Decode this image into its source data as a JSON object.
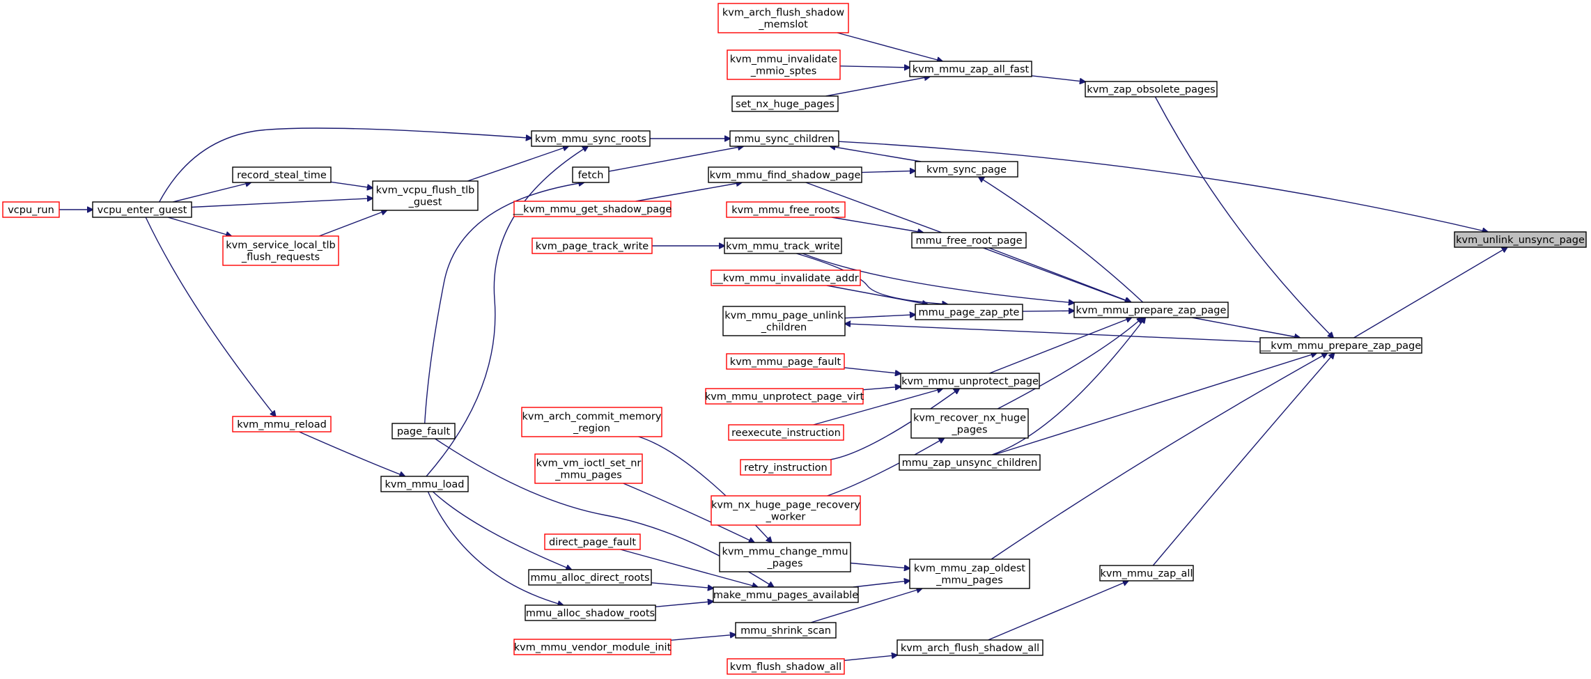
{
  "colors": {
    "edge": "#191970",
    "truncated_border": "#ff0000",
    "normal_border": "#000000",
    "focus_fill": "#bfbfbf",
    "node_fill": "#ffffff"
  },
  "nodes": {
    "kvm_unlink_unsync_page": {
      "lines": [
        "kvm_unlink_unsync_page"
      ],
      "style": "focus"
    },
    "kvm_arch_flush_shadow_memslot": {
      "lines": [
        "kvm_arch_flush_shadow",
        "_memslot"
      ],
      "style": "truncated"
    },
    "kvm_mmu_zap_all_fast": {
      "lines": [
        "kvm_mmu_zap_all_fast"
      ],
      "style": "normal"
    },
    "kvm_mmu_invalidate_mmio_sptes": {
      "lines": [
        "kvm_mmu_invalidate",
        "_mmio_sptes"
      ],
      "style": "truncated"
    },
    "set_nx_huge_pages": {
      "lines": [
        "set_nx_huge_pages"
      ],
      "style": "normal"
    },
    "kvm_zap_obsolete_pages": {
      "lines": [
        "kvm_zap_obsolete_pages"
      ],
      "style": "normal"
    },
    "kvm_mmu_sync_roots": {
      "lines": [
        "kvm_mmu_sync_roots"
      ],
      "style": "normal"
    },
    "mmu_sync_children": {
      "lines": [
        "mmu_sync_children"
      ],
      "style": "normal"
    },
    "fetch": {
      "lines": [
        "fetch"
      ],
      "style": "normal"
    },
    "kvm_mmu_find_shadow_page": {
      "lines": [
        "kvm_mmu_find_shadow_page"
      ],
      "style": "normal"
    },
    "kvm_sync_page": {
      "lines": [
        "kvm_sync_page"
      ],
      "style": "normal"
    },
    "record_steal_time": {
      "lines": [
        "record_steal_time"
      ],
      "style": "normal"
    },
    "kvm_vcpu_flush_tlb_guest": {
      "lines": [
        "kvm_vcpu_flush_tlb",
        "_guest"
      ],
      "style": "normal"
    },
    "vcpu_run": {
      "lines": [
        "vcpu_run"
      ],
      "style": "truncated"
    },
    "vcpu_enter_guest": {
      "lines": [
        "vcpu_enter_guest"
      ],
      "style": "normal"
    },
    "kvm_service_local_tlb_flush_requests": {
      "lines": [
        "kvm_service_local_tlb",
        "_flush_requests"
      ],
      "style": "truncated"
    },
    "__kvm_mmu_get_shadow_page": {
      "lines": [
        "__kvm_mmu_get_shadow_page"
      ],
      "style": "truncated"
    },
    "kvm_mmu_free_roots": {
      "lines": [
        "kvm_mmu_free_roots"
      ],
      "style": "truncated"
    },
    "mmu_free_root_page": {
      "lines": [
        "mmu_free_root_page"
      ],
      "style": "normal"
    },
    "kvm_page_track_write": {
      "lines": [
        "kvm_page_track_write"
      ],
      "style": "truncated"
    },
    "kvm_mmu_track_write": {
      "lines": [
        "kvm_mmu_track_write"
      ],
      "style": "normal"
    },
    "__kvm_mmu_invalidate_addr": {
      "lines": [
        "__kvm_mmu_invalidate_addr"
      ],
      "style": "truncated"
    },
    "kvm_mmu_page_unlink_children": {
      "lines": [
        "kvm_mmu_page_unlink",
        "_children"
      ],
      "style": "normal"
    },
    "mmu_page_zap_pte": {
      "lines": [
        "mmu_page_zap_pte"
      ],
      "style": "normal"
    },
    "kvm_mmu_prepare_zap_page": {
      "lines": [
        "kvm_mmu_prepare_zap_page"
      ],
      "style": "normal"
    },
    "__kvm_mmu_prepare_zap_page": {
      "lines": [
        "__kvm_mmu_prepare_zap_page"
      ],
      "style": "normal"
    },
    "kvm_mmu_page_fault": {
      "lines": [
        "kvm_mmu_page_fault"
      ],
      "style": "truncated"
    },
    "kvm_mmu_unprotect_page": {
      "lines": [
        "kvm_mmu_unprotect_page"
      ],
      "style": "normal"
    },
    "kvm_mmu_unprotect_page_virt": {
      "lines": [
        "kvm_mmu_unprotect_page_virt"
      ],
      "style": "truncated"
    },
    "reexecute_instruction": {
      "lines": [
        "reexecute_instruction"
      ],
      "style": "truncated"
    },
    "kvm_recover_nx_huge_pages": {
      "lines": [
        "kvm_recover_nx_huge",
        "_pages"
      ],
      "style": "normal"
    },
    "retry_instruction": {
      "lines": [
        "retry_instruction"
      ],
      "style": "truncated"
    },
    "mmu_zap_unsync_children": {
      "lines": [
        "mmu_zap_unsync_children"
      ],
      "style": "normal"
    },
    "kvm_mmu_reload": {
      "lines": [
        "kvm_mmu_reload"
      ],
      "style": "truncated"
    },
    "page_fault": {
      "lines": [
        "page_fault"
      ],
      "style": "normal"
    },
    "kvm_arch_commit_memory_region": {
      "lines": [
        "kvm_arch_commit_memory",
        "_region"
      ],
      "style": "truncated"
    },
    "kvm_mmu_load": {
      "lines": [
        "kvm_mmu_load"
      ],
      "style": "normal"
    },
    "kvm_vm_ioctl_set_nr_mmu_pages": {
      "lines": [
        "kvm_vm_ioctl_set_nr",
        "_mmu_pages"
      ],
      "style": "truncated"
    },
    "kvm_nx_huge_page_recovery_worker": {
      "lines": [
        "kvm_nx_huge_page_recovery",
        "_worker"
      ],
      "style": "truncated"
    },
    "direct_page_fault": {
      "lines": [
        "direct_page_fault"
      ],
      "style": "truncated"
    },
    "kvm_mmu_change_mmu_pages": {
      "lines": [
        "kvm_mmu_change_mmu",
        "_pages"
      ],
      "style": "normal"
    },
    "kvm_mmu_zap_oldest_mmu_pages": {
      "lines": [
        "kvm_mmu_zap_oldest",
        "_mmu_pages"
      ],
      "style": "normal"
    },
    "kvm_mmu_zap_all": {
      "lines": [
        "kvm_mmu_zap_all"
      ],
      "style": "normal"
    },
    "mmu_alloc_direct_roots": {
      "lines": [
        "mmu_alloc_direct_roots"
      ],
      "style": "normal"
    },
    "make_mmu_pages_available": {
      "lines": [
        "make_mmu_pages_available"
      ],
      "style": "normal"
    },
    "mmu_alloc_shadow_roots": {
      "lines": [
        "mmu_alloc_shadow_roots"
      ],
      "style": "normal"
    },
    "mmu_shrink_scan": {
      "lines": [
        "mmu_shrink_scan"
      ],
      "style": "normal"
    },
    "kvm_mmu_vendor_module_init": {
      "lines": [
        "kvm_mmu_vendor_module_init"
      ],
      "style": "truncated"
    },
    "kvm_arch_flush_shadow_all": {
      "lines": [
        "kvm_arch_flush_shadow_all"
      ],
      "style": "normal"
    },
    "kvm_flush_shadow_all": {
      "lines": [
        "kvm_flush_shadow_all"
      ],
      "style": "truncated"
    }
  },
  "edges": [
    [
      "kvm_unlink_unsync_page",
      "mmu_sync_children"
    ],
    [
      "kvm_unlink_unsync_page",
      "__kvm_mmu_prepare_zap_page"
    ],
    [
      "mmu_sync_children",
      "kvm_mmu_sync_roots"
    ],
    [
      "mmu_sync_children",
      "fetch"
    ],
    [
      "mmu_sync_children",
      "kvm_sync_page"
    ],
    [
      "kvm_mmu_sync_roots",
      "vcpu_enter_guest"
    ],
    [
      "kvm_mmu_sync_roots",
      "kvm_vcpu_flush_tlb_guest"
    ],
    [
      "kvm_mmu_sync_roots",
      "kvm_mmu_load"
    ],
    [
      "fetch",
      "page_fault"
    ],
    [
      "kvm_vcpu_flush_tlb_guest",
      "record_steal_time"
    ],
    [
      "kvm_vcpu_flush_tlb_guest",
      "vcpu_enter_guest"
    ],
    [
      "kvm_vcpu_flush_tlb_guest",
      "kvm_service_local_tlb_flush_requests"
    ],
    [
      "record_steal_time",
      "vcpu_enter_guest"
    ],
    [
      "kvm_service_local_tlb_flush_requests",
      "vcpu_enter_guest"
    ],
    [
      "vcpu_enter_guest",
      "vcpu_run"
    ],
    [
      "kvm_mmu_load",
      "kvm_mmu_reload"
    ],
    [
      "kvm_mmu_reload",
      "vcpu_enter_guest"
    ],
    [
      "kvm_sync_page",
      "kvm_mmu_find_shadow_page"
    ],
    [
      "kvm_sync_page",
      "kvm_mmu_prepare_zap_page"
    ],
    [
      "kvm_mmu_find_shadow_page",
      "__kvm_mmu_get_shadow_page"
    ],
    [
      "__kvm_mmu_prepare_zap_page",
      "kvm_zap_obsolete_pages"
    ],
    [
      "__kvm_mmu_prepare_zap_page",
      "kvm_mmu_prepare_zap_page"
    ],
    [
      "__kvm_mmu_prepare_zap_page",
      "mmu_zap_unsync_children"
    ],
    [
      "__kvm_mmu_prepare_zap_page",
      "kvm_mmu_zap_oldest_mmu_pages"
    ],
    [
      "__kvm_mmu_prepare_zap_page",
      "kvm_mmu_zap_all"
    ],
    [
      "kvm_zap_obsolete_pages",
      "kvm_mmu_zap_all_fast"
    ],
    [
      "kvm_mmu_zap_all_fast",
      "kvm_arch_flush_shadow_memslot"
    ],
    [
      "kvm_mmu_zap_all_fast",
      "kvm_mmu_invalidate_mmio_sptes"
    ],
    [
      "kvm_mmu_zap_all_fast",
      "set_nx_huge_pages"
    ],
    [
      "kvm_mmu_prepare_zap_page",
      "kvm_mmu_find_shadow_page"
    ],
    [
      "kvm_mmu_prepare_zap_page",
      "mmu_free_root_page"
    ],
    [
      "kvm_mmu_prepare_zap_page",
      "kvm_mmu_track_write"
    ],
    [
      "kvm_mmu_prepare_zap_page",
      "mmu_page_zap_pte"
    ],
    [
      "kvm_mmu_prepare_zap_page",
      "kvm_mmu_unprotect_page"
    ],
    [
      "kvm_mmu_prepare_zap_page",
      "kvm_recover_nx_huge_pages"
    ],
    [
      "kvm_mmu_prepare_zap_page",
      "mmu_zap_unsync_children"
    ],
    [
      "mmu_free_root_page",
      "kvm_mmu_free_roots"
    ],
    [
      "kvm_mmu_track_write",
      "kvm_page_track_write"
    ],
    [
      "mmu_page_zap_pte",
      "kvm_mmu_track_write"
    ],
    [
      "mmu_page_zap_pte",
      "__kvm_mmu_invalidate_addr"
    ],
    [
      "mmu_page_zap_pte",
      "kvm_mmu_page_unlink_children"
    ],
    [
      "kvm_mmu_page_unlink_children",
      "__kvm_mmu_prepare_zap_page"
    ],
    [
      "kvm_mmu_unprotect_page",
      "kvm_mmu_page_fault"
    ],
    [
      "kvm_mmu_unprotect_page",
      "kvm_mmu_unprotect_page_virt"
    ],
    [
      "kvm_mmu_unprotect_page",
      "reexecute_instruction"
    ],
    [
      "kvm_mmu_unprotect_page",
      "retry_instruction"
    ],
    [
      "kvm_recover_nx_huge_pages",
      "kvm_nx_huge_page_recovery_worker"
    ],
    [
      "kvm_mmu_zap_oldest_mmu_pages",
      "kvm_mmu_change_mmu_pages"
    ],
    [
      "kvm_mmu_zap_oldest_mmu_pages",
      "make_mmu_pages_available"
    ],
    [
      "kvm_mmu_zap_oldest_mmu_pages",
      "mmu_shrink_scan"
    ],
    [
      "kvm_mmu_change_mmu_pages",
      "kvm_arch_commit_memory_region"
    ],
    [
      "kvm_mmu_change_mmu_pages",
      "kvm_vm_ioctl_set_nr_mmu_pages"
    ],
    [
      "make_mmu_pages_available",
      "page_fault"
    ],
    [
      "make_mmu_pages_available",
      "direct_page_fault"
    ],
    [
      "make_mmu_pages_available",
      "mmu_alloc_direct_roots"
    ],
    [
      "make_mmu_pages_available",
      "mmu_alloc_shadow_roots"
    ],
    [
      "mmu_alloc_direct_roots",
      "kvm_mmu_load"
    ],
    [
      "mmu_alloc_shadow_roots",
      "kvm_mmu_load"
    ],
    [
      "mmu_shrink_scan",
      "kvm_mmu_vendor_module_init"
    ],
    [
      "kvm_mmu_zap_all",
      "kvm_arch_flush_shadow_all"
    ],
    [
      "kvm_arch_flush_shadow_all",
      "kvm_flush_shadow_all"
    ]
  ]
}
